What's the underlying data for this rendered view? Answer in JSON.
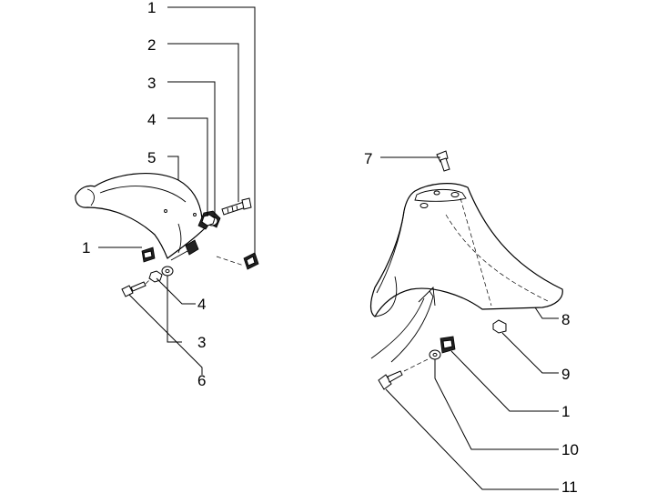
{
  "callouts": {
    "c1_top": "1",
    "c2_top": "2",
    "c3_top": "3",
    "c4_top": "4",
    "c5_top": "5",
    "c1_left": "1",
    "c4_low": "4",
    "c3_low": "3",
    "c6": "6",
    "c7": "7",
    "c8": "8",
    "c9": "9",
    "c1_right": "1",
    "c10": "10",
    "c11": "11"
  }
}
